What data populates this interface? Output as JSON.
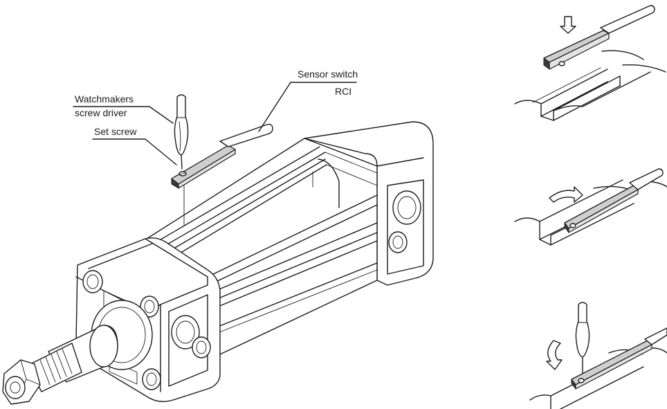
{
  "labels": {
    "sensor_switch": "Sensor switch",
    "sensor_model": "RCI",
    "watchmakers": "Watchmakers",
    "screw_driver": "screw driver",
    "set_screw": "Set screw"
  },
  "colors": {
    "line": "#1a1a1a",
    "sensor_body": "#cfcfcf",
    "sensor_end": "#3c3c3c",
    "background": "#ffffff"
  },
  "steps": [
    {
      "name": "insert-sensor",
      "icon": "down-arrow-icon"
    },
    {
      "name": "rotate-sensor",
      "icon": "rotate-arrow-icon"
    },
    {
      "name": "tighten-set-screw",
      "icon": "rotate-arrow-icon"
    }
  ]
}
